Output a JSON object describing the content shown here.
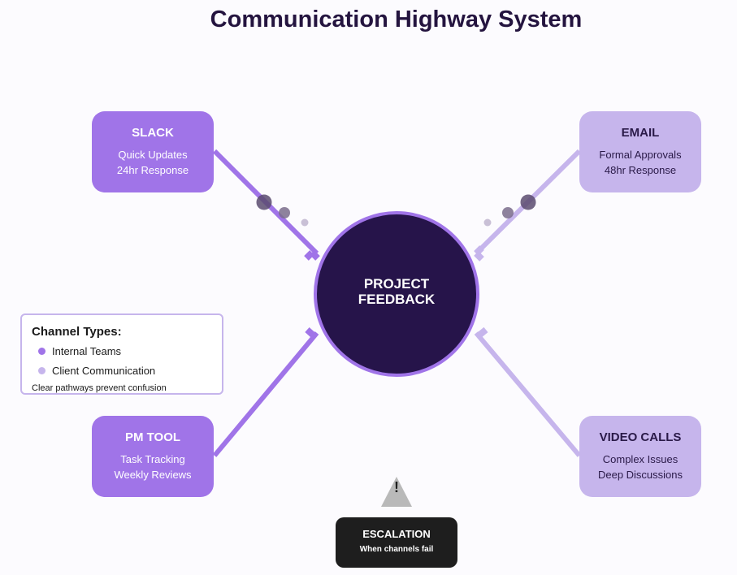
{
  "title": "Communication Highway System",
  "center": {
    "line1": "PROJECT",
    "line2": "FEEDBACK"
  },
  "nodes": {
    "slack": {
      "title": "SLACK",
      "line1": "Quick Updates",
      "line2": "24hr Response"
    },
    "email": {
      "title": "EMAIL",
      "line1": "Formal Approvals",
      "line2": "48hr Response"
    },
    "pm_tool": {
      "title": "PM TOOL",
      "line1": "Task Tracking",
      "line2": "Weekly Reviews"
    },
    "video_calls": {
      "title": "VIDEO CALLS",
      "line1": "Complex Issues",
      "line2": "Deep Discussions"
    }
  },
  "legend": {
    "title": "Channel Types:",
    "items": [
      "Internal Teams",
      "Client Communication"
    ],
    "note": "Clear pathways prevent confusion"
  },
  "escalation": {
    "title": "ESCALATION",
    "subtitle": "When channels fail",
    "mark": "!"
  },
  "colors": {
    "internal": "#a074e8",
    "client": "#c6b5ec",
    "center_fill": "#26144a",
    "center_ring": "#a074e8",
    "escalation": "#1e1e1e"
  }
}
